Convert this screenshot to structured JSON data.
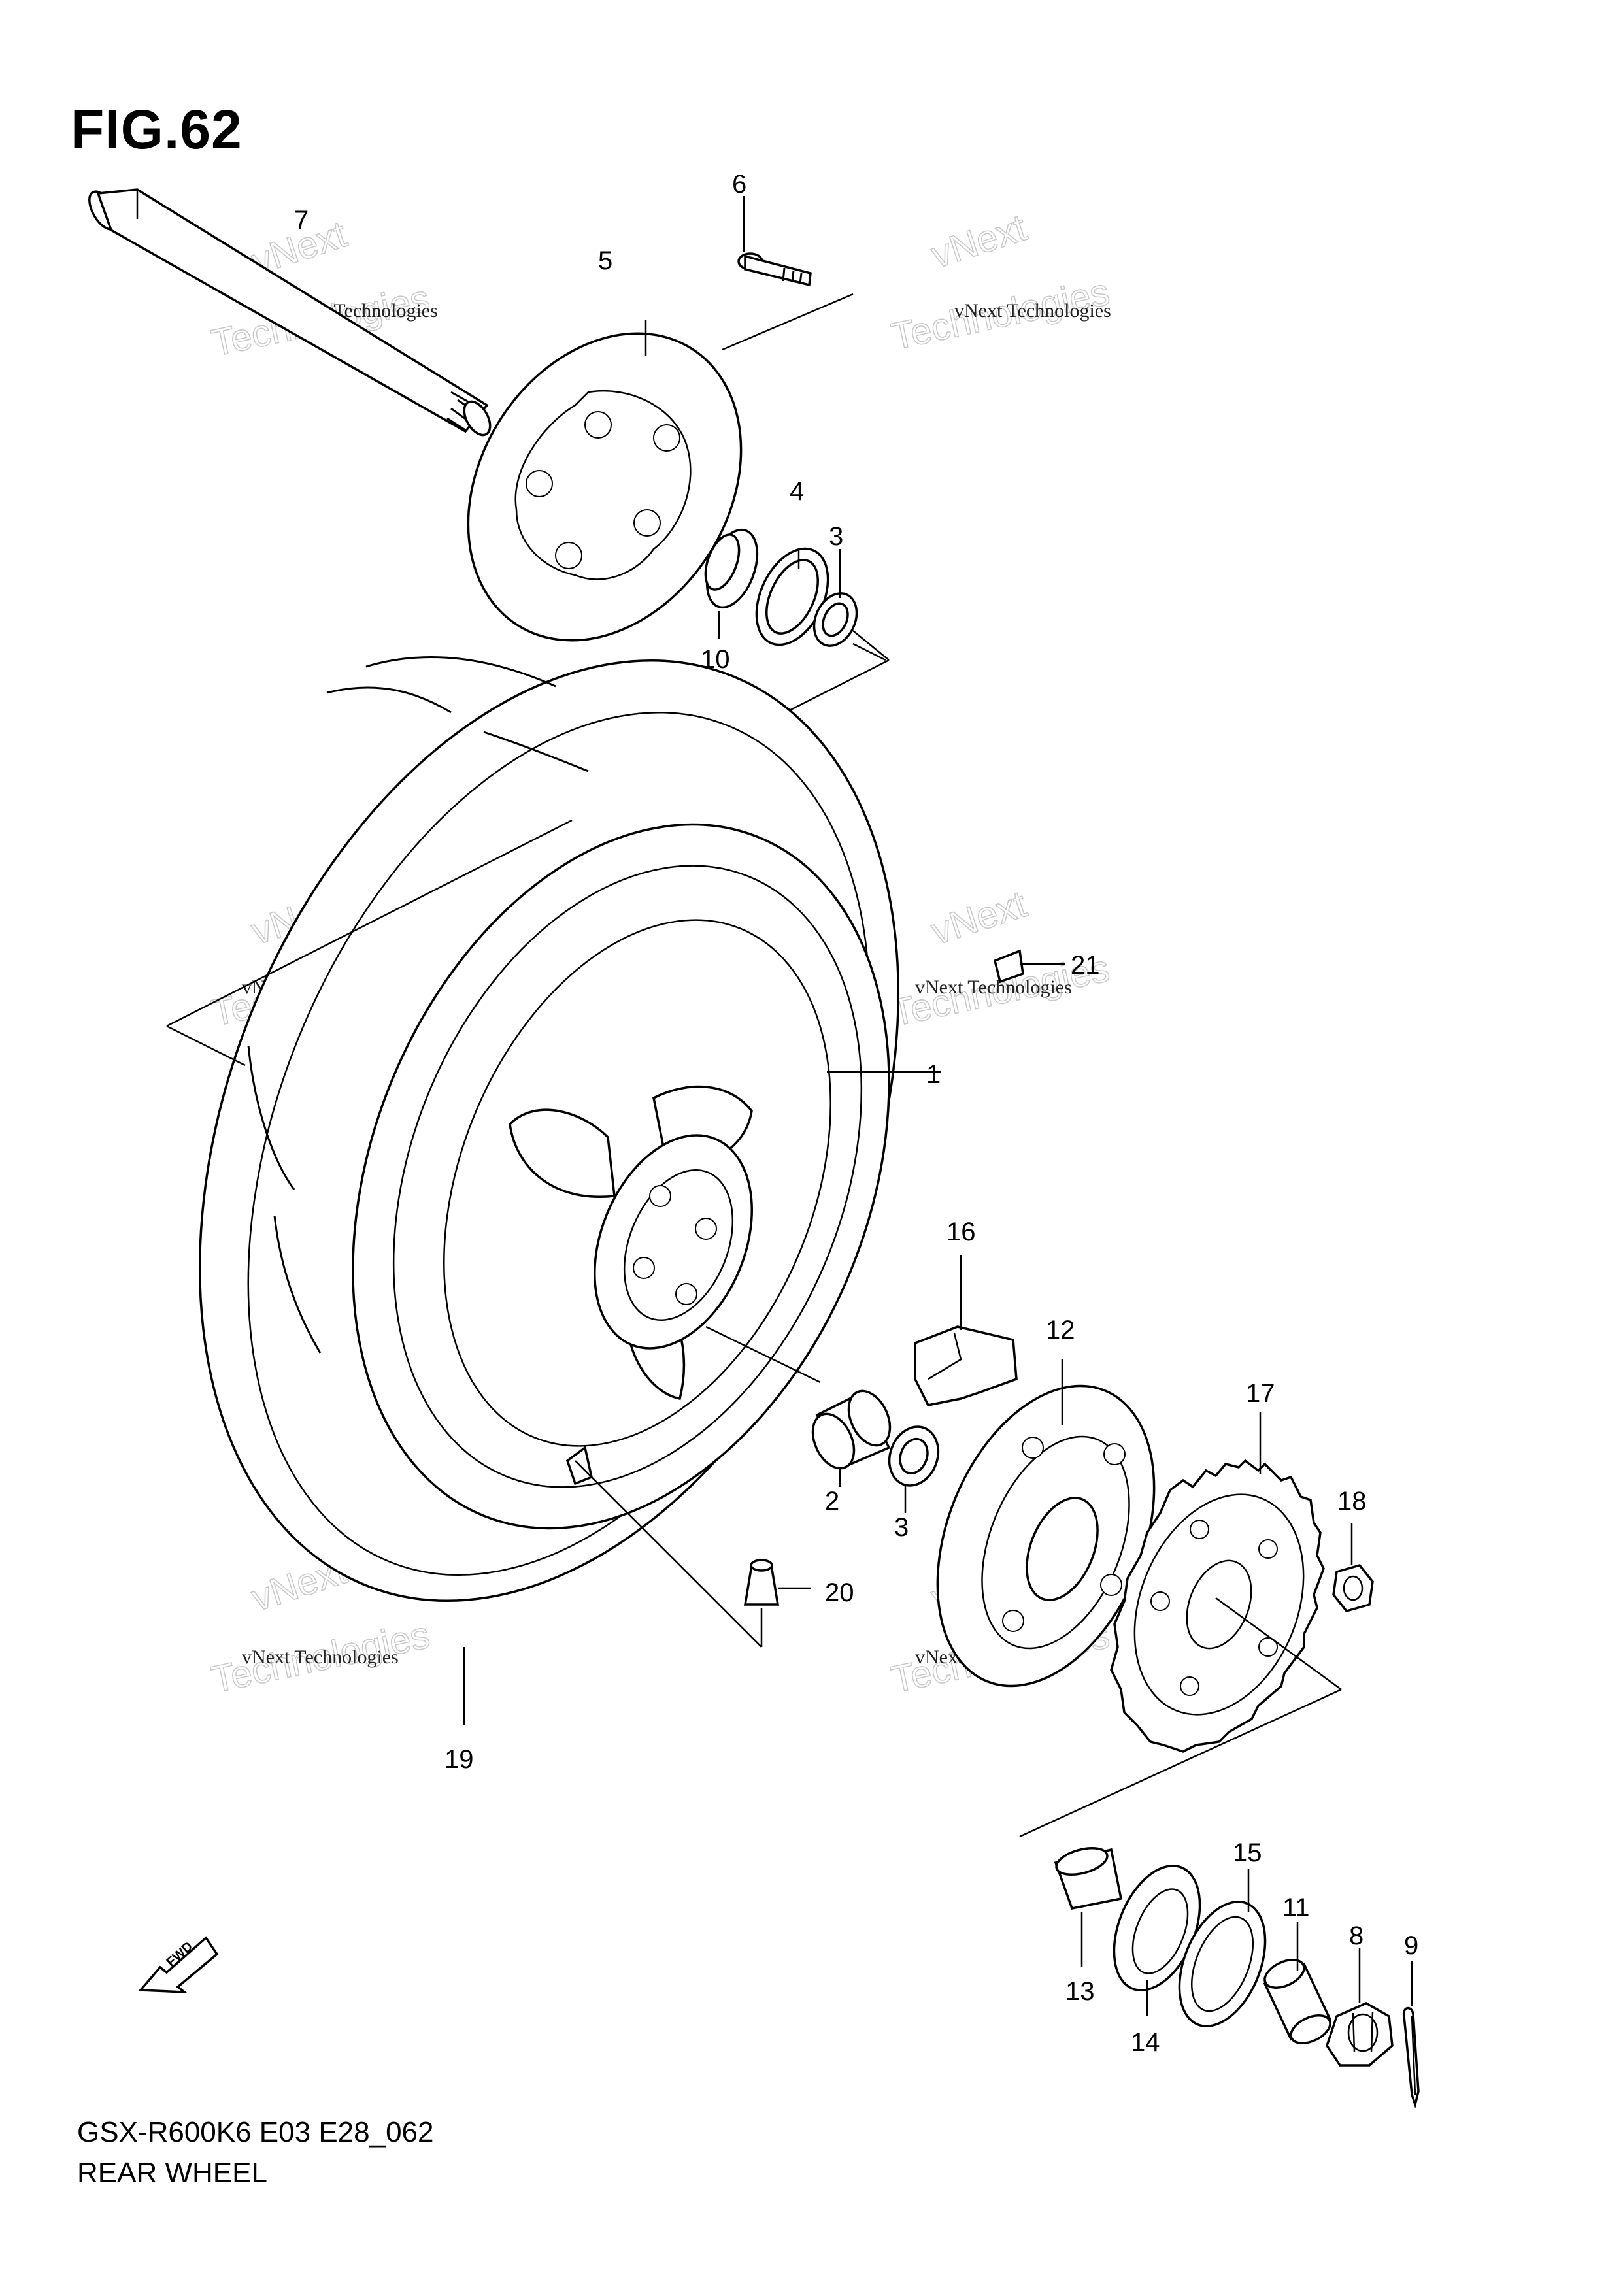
{
  "figure": {
    "title": "FIG.62"
  },
  "footer": {
    "code": "GSX-R600K6 E03 E28_062",
    "name": "REAR WHEEL"
  },
  "fwd_label": "FWD",
  "watermark": {
    "line": "vNext Technologies",
    "big1": "vNext",
    "big2": "Technologies"
  },
  "callouts": [
    "1",
    "2",
    "3",
    "3",
    "4",
    "5",
    "6",
    "7",
    "8",
    "9",
    "10",
    "11",
    "12",
    "13",
    "14",
    "15",
    "16",
    "17",
    "18",
    "19",
    "20",
    "21"
  ]
}
